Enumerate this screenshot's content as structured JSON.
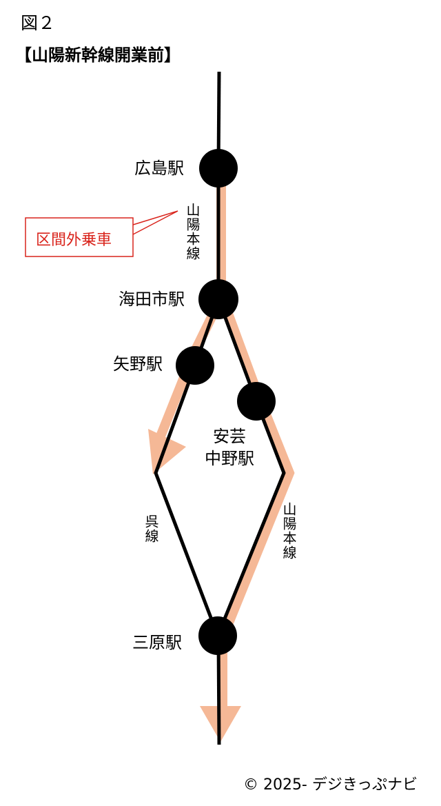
{
  "figure_label": "図２",
  "title": "【山陽新幹線開業前】",
  "stations": {
    "hiroshima": "広島駅",
    "kaitaichi": "海田市駅",
    "yano": "矢野駅",
    "aki_nakano_line1": "安芸",
    "aki_nakano_line2": "中野駅",
    "mihara": "三原駅"
  },
  "lines": {
    "sanyo_upper": "山陽本線",
    "sanyo_lower": "山陽本線",
    "kure": "呉線"
  },
  "callout": "区間外乗車",
  "copyright": "© 2025- デジきっぷナビ",
  "colors": {
    "track": "#000000",
    "route_highlight": "#f5b896",
    "callout": "#d9241c"
  }
}
